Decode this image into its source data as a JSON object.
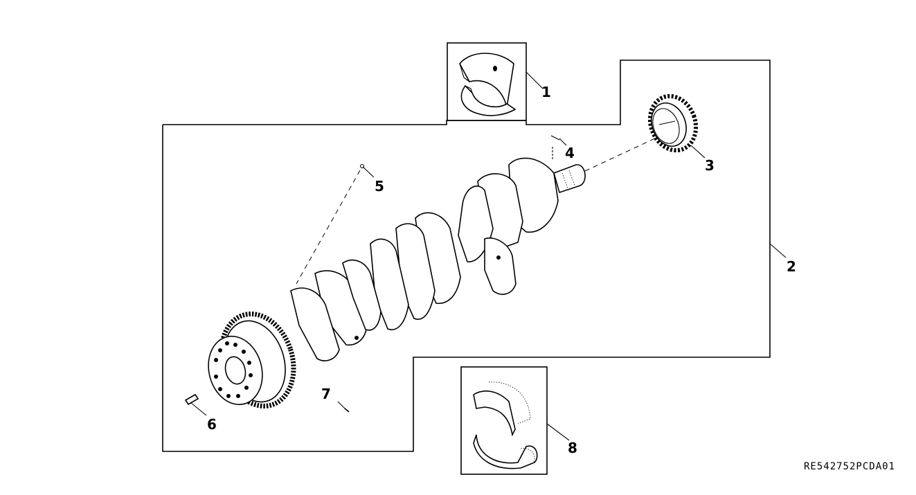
{
  "diagram": {
    "title": "Crankshaft assembly exploded view",
    "reference_code": "RE542752PCDA01",
    "callouts": [
      {
        "id": "1",
        "label": "1",
        "part": "main-bearing-upper"
      },
      {
        "id": "2",
        "label": "2",
        "part": "crankshaft-assembly"
      },
      {
        "id": "3",
        "label": "3",
        "part": "crankshaft-gear"
      },
      {
        "id": "4",
        "label": "4",
        "part": "key-pin"
      },
      {
        "id": "5",
        "label": "5",
        "part": "plug"
      },
      {
        "id": "6",
        "label": "6",
        "part": "dowel-pin"
      },
      {
        "id": "7",
        "label": "7",
        "part": "pin"
      },
      {
        "id": "8",
        "label": "8",
        "part": "thrust-bearing"
      }
    ],
    "colors": {
      "ink": "#000000",
      "paper": "#ffffff"
    }
  }
}
